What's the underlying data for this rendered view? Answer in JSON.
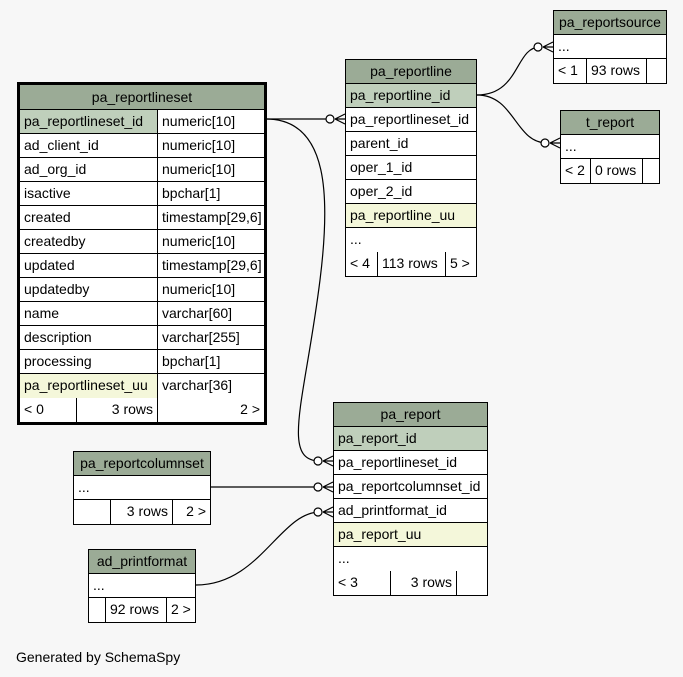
{
  "tables": {
    "pa_reportlineset": {
      "name": "pa_reportlineset",
      "rows": [
        {
          "col": "pa_reportlineset_id",
          "type": "numeric[10]"
        },
        {
          "col": "ad_client_id",
          "type": "numeric[10]"
        },
        {
          "col": "ad_org_id",
          "type": "numeric[10]"
        },
        {
          "col": "isactive",
          "type": "bpchar[1]"
        },
        {
          "col": "created",
          "type": "timestamp[29,6]"
        },
        {
          "col": "createdby",
          "type": "numeric[10]"
        },
        {
          "col": "updated",
          "type": "timestamp[29,6]"
        },
        {
          "col": "updatedby",
          "type": "numeric[10]"
        },
        {
          "col": "name",
          "type": "varchar[60]"
        },
        {
          "col": "description",
          "type": "varchar[255]"
        },
        {
          "col": "processing",
          "type": "bpchar[1]"
        },
        {
          "col": "pa_reportlineset_uu",
          "type": "varchar[36]"
        }
      ],
      "footer": {
        "left": "< 0",
        "mid": "3 rows",
        "right": "2 >"
      }
    },
    "pa_reportline": {
      "name": "pa_reportline",
      "rows": [
        "pa_reportline_id",
        "pa_reportlineset_id",
        "parent_id",
        "oper_1_id",
        "oper_2_id",
        "pa_reportline_uu",
        "..."
      ],
      "footer": {
        "left": "< 4",
        "mid": "113 rows",
        "right": "5 >"
      }
    },
    "pa_reportsource": {
      "name": "pa_reportsource",
      "rows": [
        "..."
      ],
      "footer": {
        "left": "< 1",
        "mid": "93 rows",
        "right": ""
      }
    },
    "t_report": {
      "name": "t_report",
      "rows": [
        "..."
      ],
      "footer": {
        "left": "< 2",
        "mid": "0 rows",
        "right": ""
      }
    },
    "pa_report": {
      "name": "pa_report",
      "rows": [
        "pa_report_id",
        "pa_reportlineset_id",
        "pa_reportcolumnset_id",
        "ad_printformat_id",
        "pa_report_uu",
        "..."
      ],
      "footer": {
        "left": "< 3",
        "mid": "3 rows",
        "right": ""
      }
    },
    "pa_reportcolumnset": {
      "name": "pa_reportcolumnset",
      "rows": [
        "..."
      ],
      "footer": {
        "left": "",
        "mid": "3 rows",
        "right": "2 >"
      }
    },
    "ad_printformat": {
      "name": "ad_printformat",
      "rows": [
        "..."
      ],
      "footer": {
        "left": "",
        "mid": "92 rows",
        "right": "2 >"
      }
    }
  },
  "footer_text": "Generated by SchemaSpy",
  "colors": {
    "header": "#9bab96",
    "primary_key": "#bfcfbb",
    "unique_key": "#f4f7da",
    "background": "#f7f7f7"
  }
}
